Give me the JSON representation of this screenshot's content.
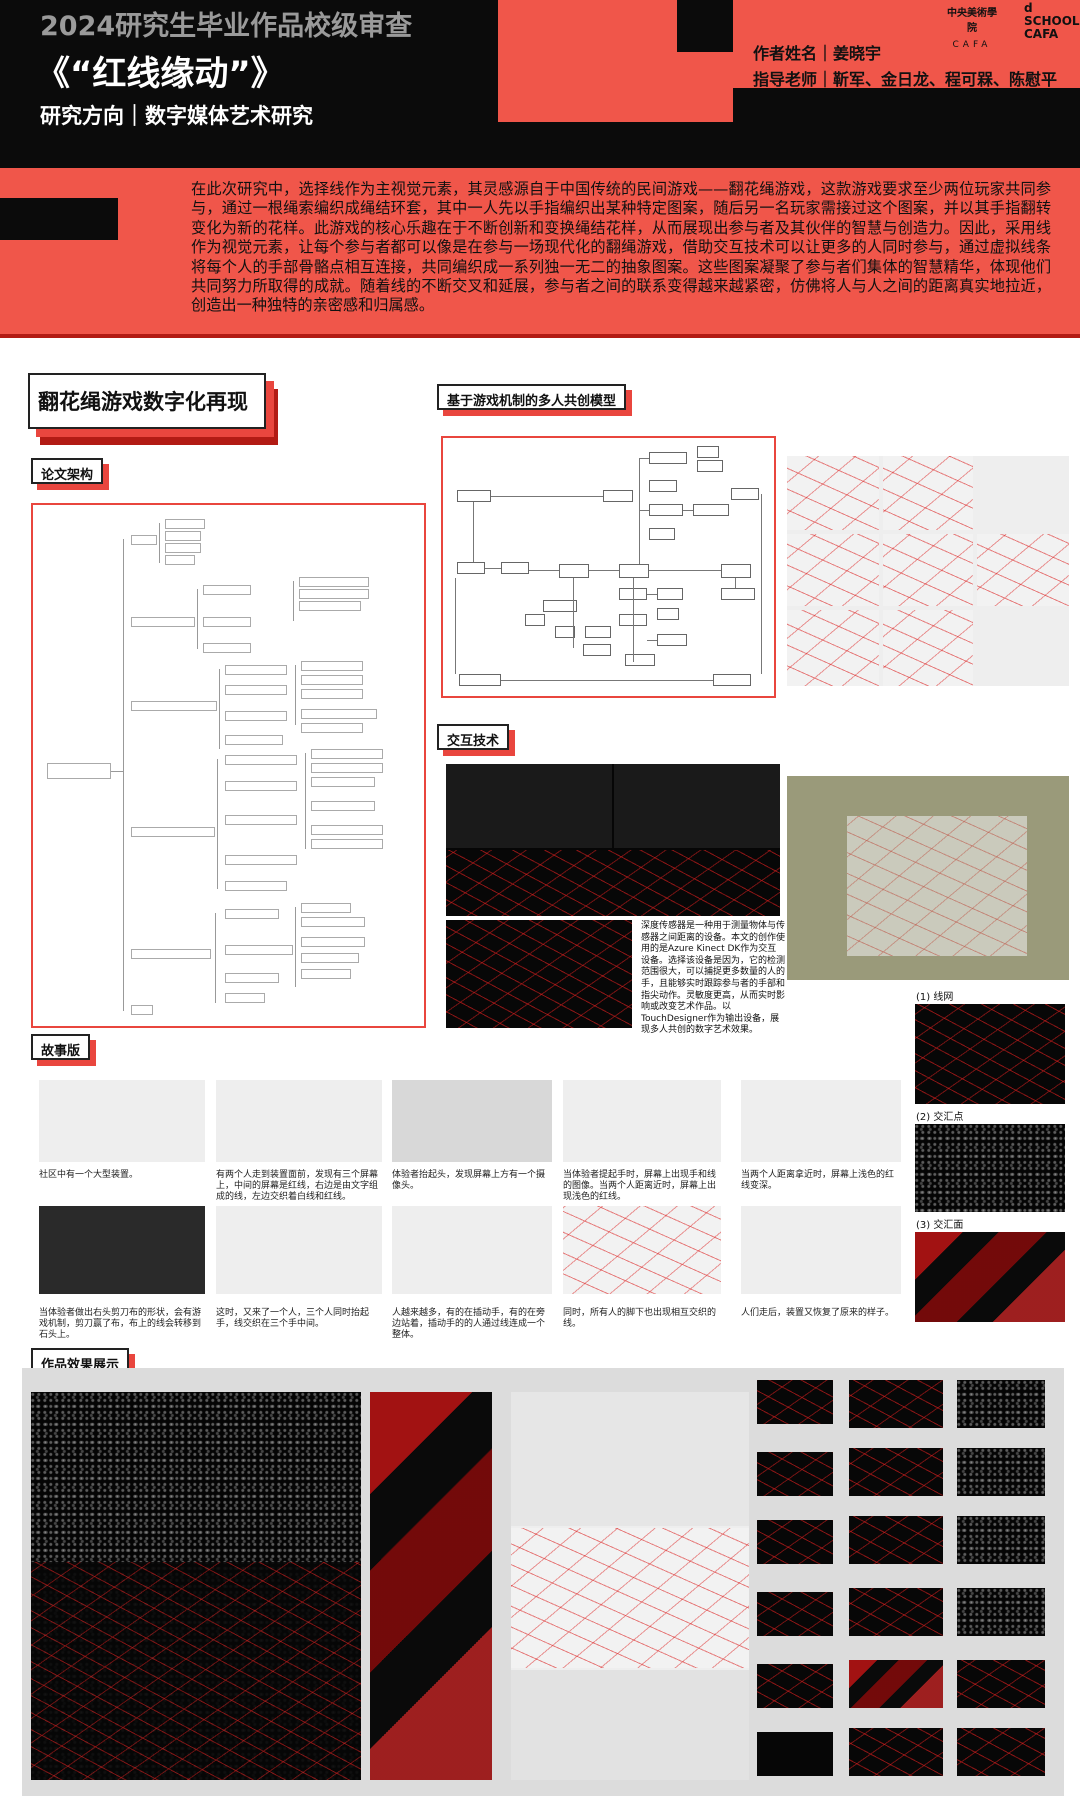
{
  "header": {
    "poster_title": "2024研究生毕业作品校级审查",
    "work_title": "《“红线缘动”》",
    "research_line": "研究方向｜数字媒体艺术研究",
    "author_line": "作者姓名｜姜晓宇",
    "advisor_line": "指导老师｜靳军、金日龙、程可槑、陈慰平",
    "logo_cafa_seal": "中央美術學院",
    "logo_cafa_letters": "CAFA",
    "logo_dschool": "d\nSCHOOL\nCAFA"
  },
  "intro": {
    "text": "在此次研究中，选择线作为主视觉元素，其灵感源自于中国传统的民间游戏——翻花绳游戏，这款游戏要求至少两位玩家共同参与，通过一根绳索编织成绳结环套，其中一人先以手指编织出某种特定图案，随后另一名玩家需接过这个图案，并以其手指翻转变化为新的花样。此游戏的核心乐趣在于不断创新和变换绳结花样，从而展现出参与者及其伙伴的智慧与创造力。因此，采用线作为视觉元素，让每个参与者都可以像是在参与一场现代化的翻绳游戏，借助交互技术可以让更多的人同时参与，通过虚拟线条将每个人的手部骨骼点相互连接，共同编织成一系列独一无二的抽象图案。这些图案凝聚了参与者们集体的智慧精华，体现他们共同努力所取得的成就。随着线的不断交叉和延展，参与者之间的联系变得越来越紧密，仿佛将人与人之间的距离真实地拉近，创造出一种独特的亲密感和归属感。"
  },
  "sections": {
    "main": "翻花绳游戏数字化再现",
    "model": "基于游戏机制的多人共创模型",
    "outline": "论文架构",
    "tech": "交互技术",
    "story": "故事版",
    "works": "作品效果展示"
  },
  "tech": {
    "description": "深度传感器是一种用于测量物体与传感器之间距离的设备。本文的创作使用的是Azure Kinect DK作为交互设备。选择该设备是因为，它的检测范围很大，可以捕捉更多数量的人的手，且能够实时跟踪参与者的手部和指尖动作。灵敏度更高，从而实时影响或改变艺术作品。以TouchDesigner作为输出设备，展现多人共创的数字艺术效果。",
    "tags": [
      "(1) 线网",
      "(2) 交汇点",
      "(3) 交汇面"
    ]
  },
  "story": {
    "captions": [
      "社区中有一个大型装置。",
      "有两个人走到装置面前，发现有三个屏幕上，中间的屏幕是红线，右边是由文字组成的线，左边交织着白线和红线。",
      "体验者抬起头，发现屏幕上方有一个摄像头。",
      "当体验者提起手时，屏幕上出现手和线的图像。当两个人距离近时，屏幕上出现浅色的红线。",
      "当两个人距离拿近时，屏幕上浅色的红线变深。",
      "当体验者做出右头剪刀布的形状，会有游戏机制，剪刀赢了布，布上的线会转移到石头上。",
      "这时，又来了一个人，三个人同时抬起手，线交织在三个手中间。",
      "人越来越多，有的在插动手，有的在旁边站着，插动手的的人通过线连成一个整体。",
      "同时，所有人的脚下也出现相互交织的线。",
      "人们走后，装置又恢复了原来的样子。"
    ]
  },
  "colors": {
    "accent_red": "#f0564a",
    "dark_red": "#b21b14",
    "black": "#0b0b0b"
  }
}
